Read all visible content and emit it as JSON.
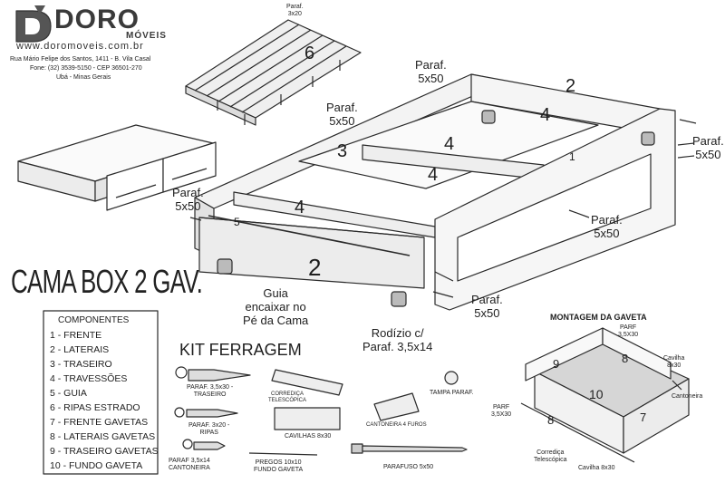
{
  "brand": {
    "name": "DORO",
    "sub": "MÓVEIS",
    "site": "www.doromoveis.com.br",
    "address": "Rua Mário Felipe dos Santos, 1411 - B. Vila Casal",
    "phone": "Fone: (32) 3539-5150 - CEP 36501-270",
    "city": "Ubá - Minas Gerais"
  },
  "title": "CAMA BOX 2 GAV.",
  "components": {
    "heading": "COMPONENTES",
    "items": [
      "1 - FRENTE",
      "2 - LATERAIS",
      "3 - TRASEIRO",
      "4 - TRAVESSÕES",
      "5 - GUIA",
      "6 - RIPAS ESTRADO",
      "7 - FRENTE GAVETAS",
      "8 - LATERAIS GAVETAS",
      "9 - TRASEIRO GAVETAS",
      "10 - FUNDO GAVETA"
    ]
  },
  "kit": {
    "heading": "KIT FERRAGEM",
    "screw_35x30": "PARAF. 3,5x30 -\nTRASEIRO",
    "slide": "CORREDIÇA\nTELESCÓPICA",
    "cap": "TAMPA PARAF.",
    "screw_3x20": "PARAF. 3x20 -\nRIPAS",
    "dowels": "CAVILHAS 8x30",
    "bracket": "CANTONEIRA 4 FUROS",
    "screw_35x14": "PARAF 3,5x14\nCANTONEIRA",
    "nails": "PREGOS 10x10\nFUNDO GAVETA",
    "screw_5x50": "PARAFUSO 5x50"
  },
  "assembly": {
    "screw_label": "Paraf.\n5x50",
    "screw_label_right": "Paraf.\n5x50",
    "slat_screw": "Paraf.\n3x20",
    "guide_note": "Guia\nencaixar no\nPé da Cama",
    "caster_note": "Rodízio c/\nParaf. 3,5x14",
    "part_numbers": [
      "1",
      "2",
      "3",
      "4",
      "5",
      "6"
    ]
  },
  "drawer": {
    "heading": "MONTAGEM DA GAVETA",
    "parf_top": "PARF\n3,5X30",
    "parf_left": "PARF\n3,5X30",
    "dowel_top": "Cavilha\n8x30",
    "bracket": "Cantoneira",
    "slide": "Corrediça\nTelescópica",
    "dowel_bottom": "Cavilha 8x30",
    "parts": [
      "7",
      "8",
      "9",
      "10"
    ]
  }
}
